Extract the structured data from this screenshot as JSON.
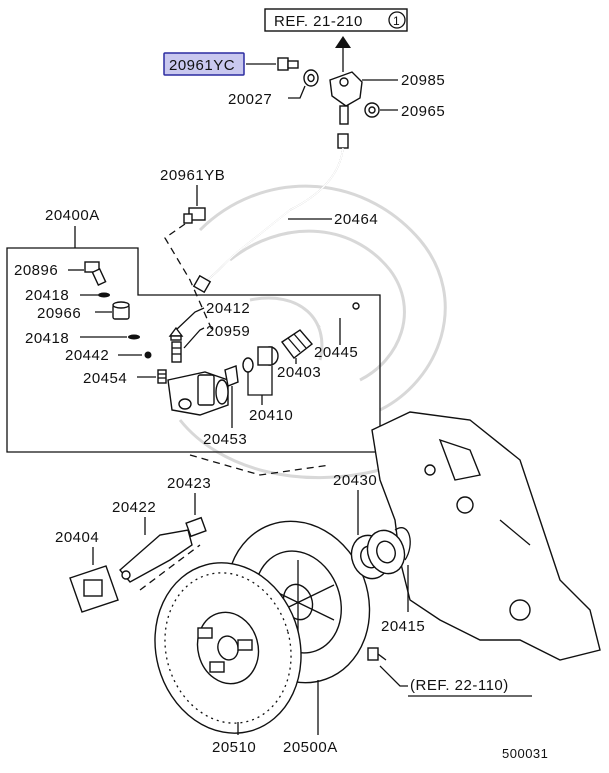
{
  "diagram": {
    "ref_top": "REF. 21-210",
    "ref_top_circle": "1",
    "ref_bottom": "(REF. 22-110)",
    "figure_number": "500031",
    "highlighted_part": "20961YC",
    "accent_color": "#c9c8ef",
    "labels": {
      "p20961yc": "20961YC",
      "p20985": "20985",
      "p20027": "20027",
      "p20965": "20965",
      "p20961yb": "20961YB",
      "p20400a": "20400A",
      "p20464": "20464",
      "p20896": "20896",
      "p20418a": "20418",
      "p20966": "20966",
      "p20418b": "20418",
      "p20442": "20442",
      "p20454": "20454",
      "p20412": "20412",
      "p20959": "20959",
      "p20445": "20445",
      "p20403": "20403",
      "p20410": "20410",
      "p20453": "20453",
      "p20423": "20423",
      "p20430": "20430",
      "p20422": "20422",
      "p20404": "20404",
      "p20415": "20415",
      "p20510": "20510",
      "p20500a": "20500A"
    }
  }
}
